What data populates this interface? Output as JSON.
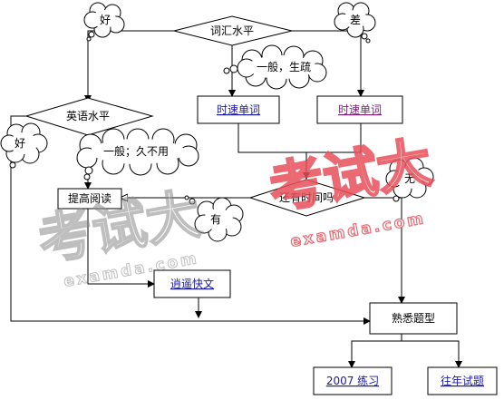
{
  "diagram": {
    "nodes": {
      "vocab_decision": "词汇水平",
      "english_decision": "英语水平",
      "time_decision": "还有时间吗",
      "fast_words_left": "时速单词",
      "fast_words_right": "时速单词",
      "improve_reading": "提高阅读",
      "easy_essay": "逍遥快文",
      "familiar_types": "熟悉题型",
      "practice_2007": "2007 练习",
      "past_papers": "往年试题"
    },
    "clouds": {
      "good_top": "好",
      "poor_top": "差",
      "average_rusty": "一般，生疏",
      "good_left": "好",
      "average_unused": "一般；久不用",
      "yes": "有",
      "no": "无"
    }
  },
  "watermark": {
    "left_chars": "考试大",
    "left_url": "examda.com",
    "right_chars": "考试大",
    "right_url": "examda.com"
  },
  "colors": {
    "watermark_left": "#9a9a9a",
    "watermark_right": "#e8505a",
    "link": "#1a1aa8",
    "link_visited": "#7b1e7b"
  }
}
